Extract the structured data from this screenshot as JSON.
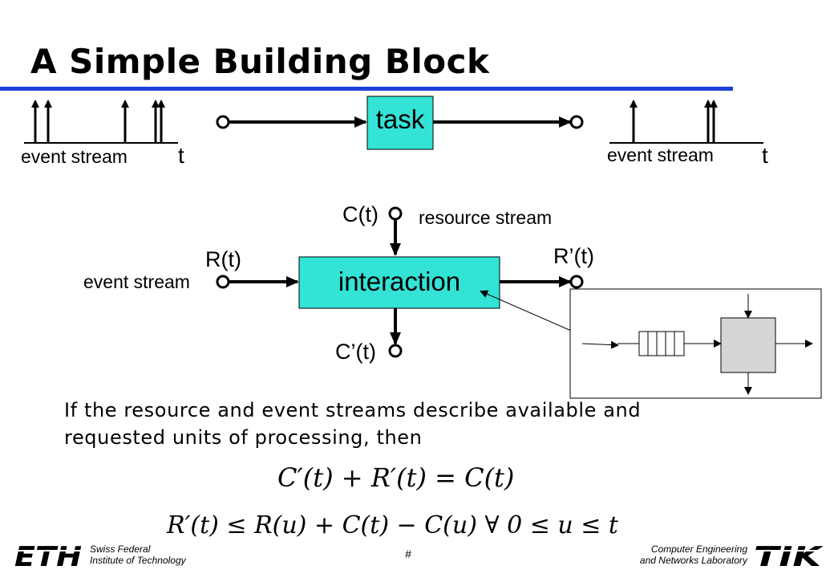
{
  "title": "A Simple Building Block",
  "top_diagram": {
    "task_label": "task",
    "left_stream_label": "event stream",
    "left_axis_label": "t",
    "right_stream_label": "event stream",
    "right_axis_label": "t"
  },
  "interaction_diagram": {
    "box_label": "interaction",
    "input_resource": "C(t)",
    "resource_stream_label": "resource stream",
    "input_event": "R(t)",
    "event_stream_label": "event stream",
    "output_event": "R’(t)",
    "output_resource": "C’(t)"
  },
  "body_text": {
    "line1": "If the resource and event streams describe available and",
    "line2": "requested units of processing, then"
  },
  "equations": {
    "eq1": "C′(t) + R′(t) = C(t)",
    "eq2": "R′(t) ≤ R(u) + C(t) − C(u)  ∀ 0 ≤ u ≤ t"
  },
  "footer": {
    "left_line1": "Swiss Federal",
    "left_line2": "Institute of Technology",
    "page_marker": "#",
    "right_line1": "Computer Engineering",
    "right_line2": "and Networks Laboratory",
    "left_logo": "ETH",
    "right_logo": "TIK"
  }
}
